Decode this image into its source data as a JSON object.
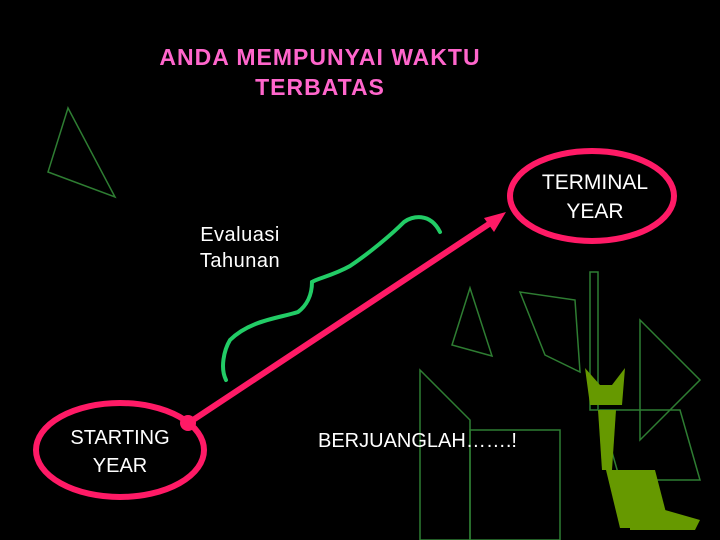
{
  "title": {
    "line1": "ANDA MEMPUNYAI WAKTU",
    "line2": "TERBATAS"
  },
  "labels": {
    "evaluation_line1": "Evaluasi",
    "evaluation_line2": "Tahunan",
    "start_line1": "STARTING",
    "start_line2": "YEAR",
    "terminal_line1": "TERMINAL",
    "terminal_line2": "YEAR",
    "motto": "BERJUANGLAH…….!"
  },
  "colors": {
    "background": "#000000",
    "title": "#ff66cc",
    "arrow": "#ff1a66",
    "ellipse": "#ff1a66",
    "brace": "#22cc66",
    "outline": "#2e7d32",
    "cat": "#669900"
  }
}
